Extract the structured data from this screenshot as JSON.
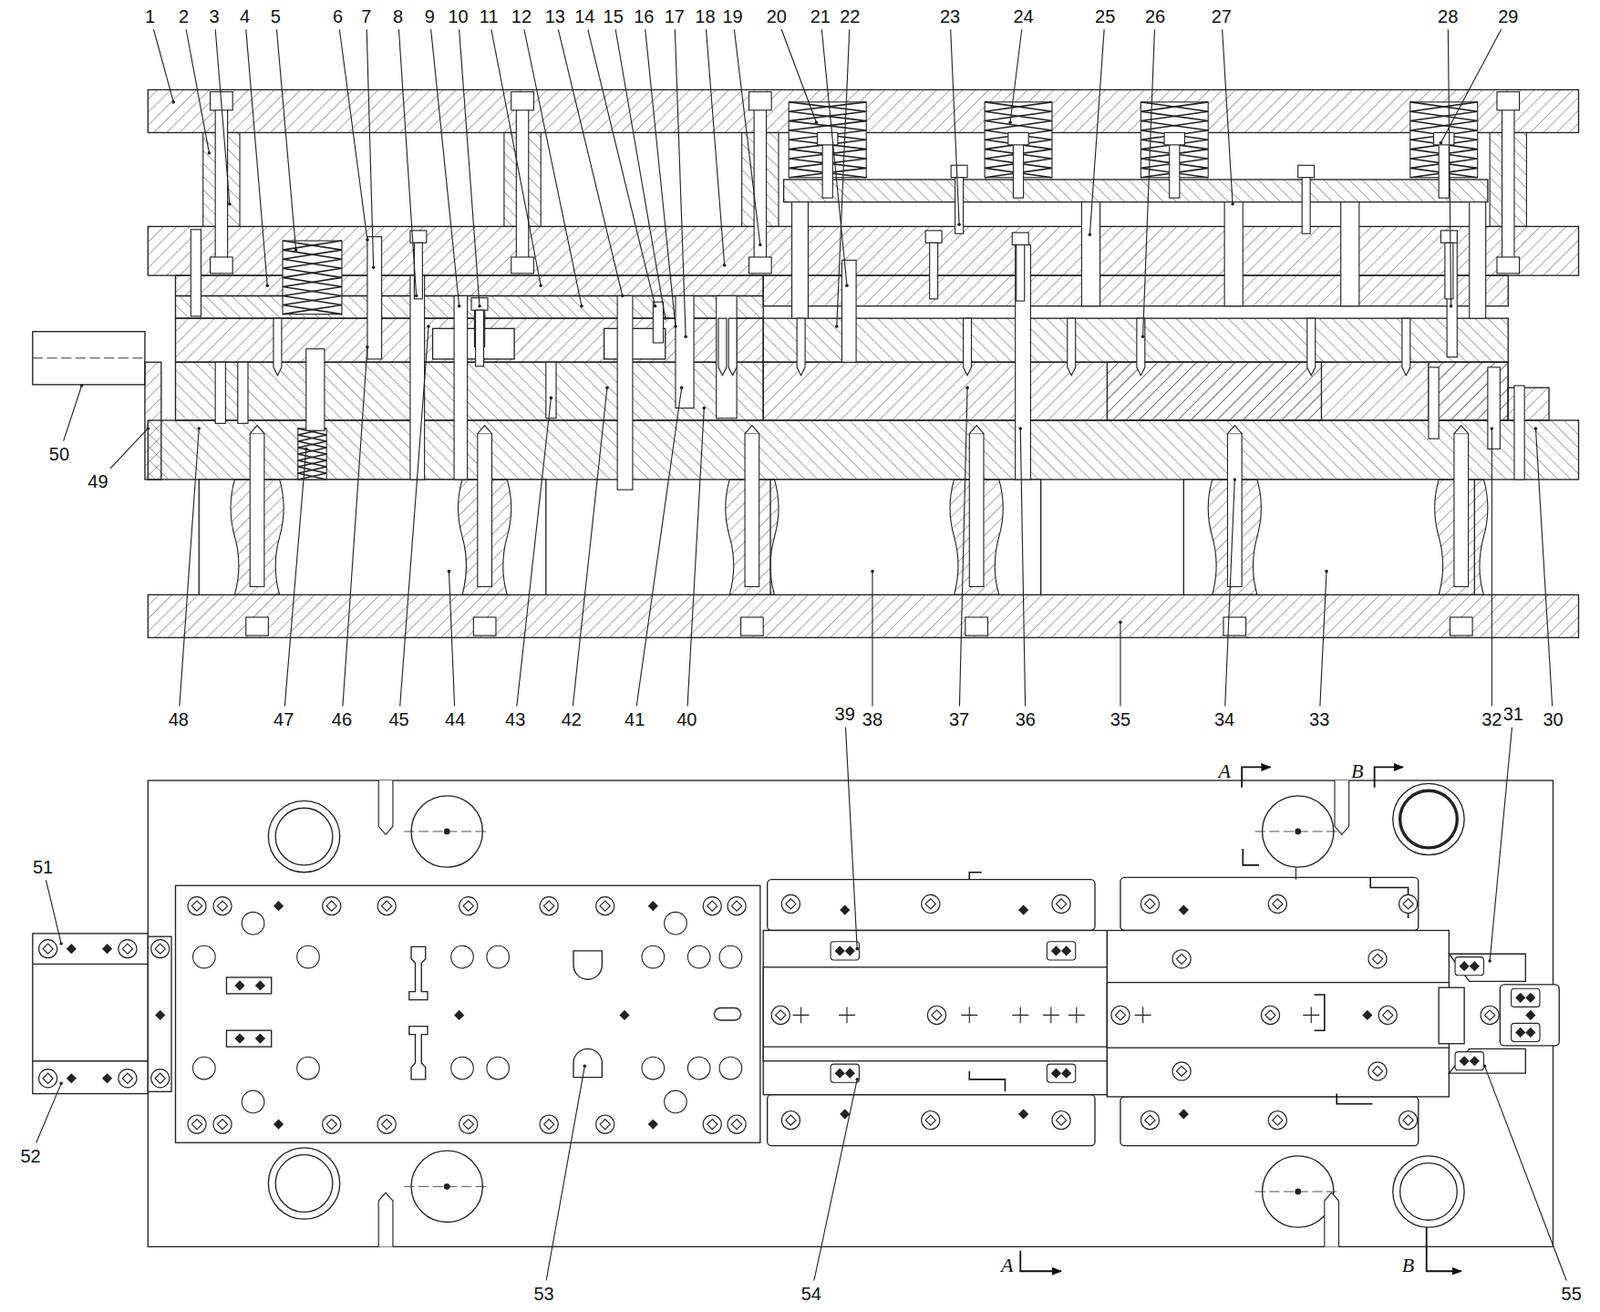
{
  "diagram": {
    "labels": [
      "1",
      "2",
      "3",
      "4",
      "5",
      "6",
      "7",
      "8",
      "9",
      "10",
      "11",
      "12",
      "13",
      "14",
      "15",
      "16",
      "17",
      "18",
      "19",
      "20",
      "21",
      "22",
      "23",
      "24",
      "25",
      "26",
      "27",
      "28",
      "29",
      "48",
      "47",
      "46",
      "45",
      "44",
      "43",
      "42",
      "41",
      "40",
      "38",
      "37",
      "36",
      "35",
      "34",
      "33",
      "32",
      "30",
      "50",
      "49",
      "39",
      "31",
      "A",
      "B",
      "51",
      "52",
      "53",
      "54",
      "55",
      "A",
      "B"
    ]
  }
}
